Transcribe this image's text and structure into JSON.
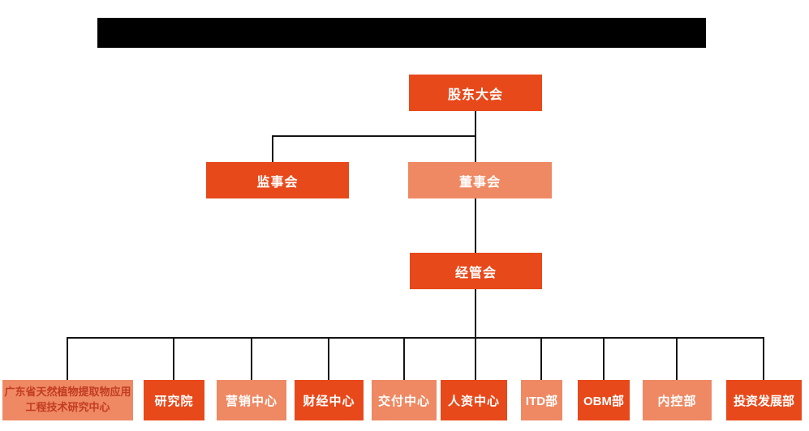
{
  "colors": {
    "page_bg": "#FFFFFF",
    "node_dark": "#E8491B",
    "node_light": "#EF8963",
    "node_text": "#FFFFFF",
    "long_node_text": "#C23B22",
    "connector": "#141414",
    "redaction_bar": "#000000"
  },
  "org_chart": {
    "root": {
      "label": "股东大会",
      "variant": "dark"
    },
    "level2": [
      {
        "label": "监事会",
        "variant": "dark"
      },
      {
        "label": "董事会",
        "variant": "light"
      }
    ],
    "level3": {
      "label": "经管会",
      "variant": "dark"
    },
    "departments": [
      {
        "label": "广东省天然植物提取物应用工程技术研究中心",
        "variant": "light"
      },
      {
        "label": "研究院",
        "variant": "dark"
      },
      {
        "label": "营销中心",
        "variant": "light"
      },
      {
        "label": "财经中心",
        "variant": "dark"
      },
      {
        "label": "交付中心",
        "variant": "light"
      },
      {
        "label": "人资中心",
        "variant": "dark"
      },
      {
        "label": "ITD部",
        "variant": "light"
      },
      {
        "label": "OBM部",
        "variant": "dark"
      },
      {
        "label": "内控部",
        "variant": "light"
      },
      {
        "label": "投资发展部",
        "variant": "dark"
      }
    ]
  }
}
